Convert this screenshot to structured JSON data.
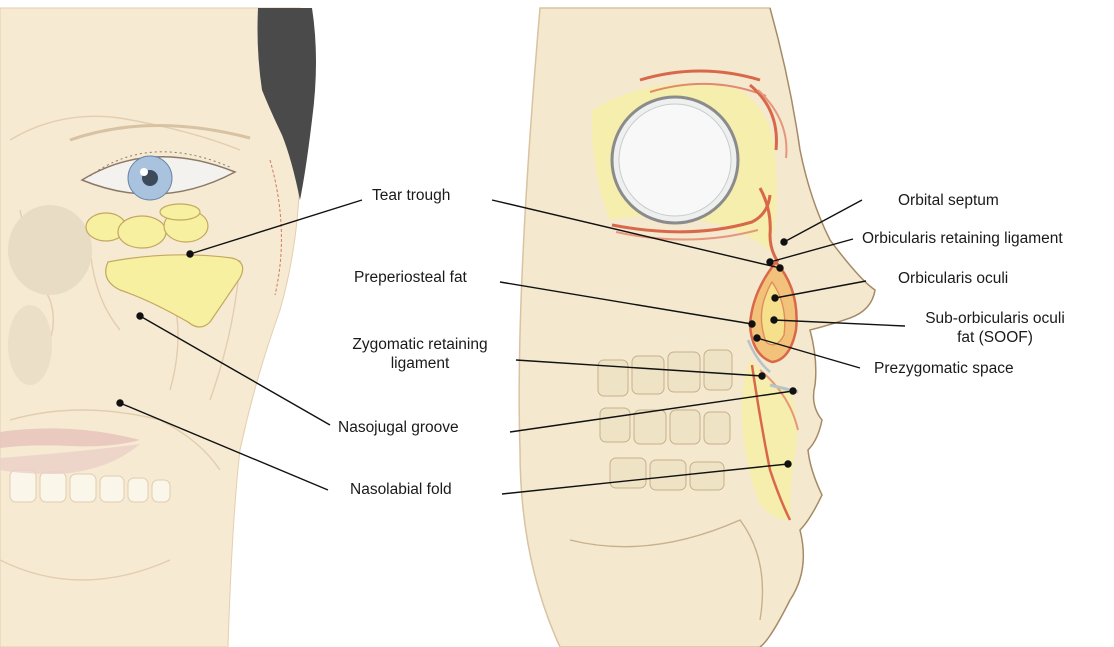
{
  "labels": {
    "tear_trough": "Tear trough",
    "preperiosteal_fat": "Preperiosteal fat",
    "zygomatic_retaining_ligament_line1": "Zygomatic retaining",
    "zygomatic_retaining_ligament_line2": "ligament",
    "nasojugal_groove": "Nasojugal groove",
    "nasolabial_fold": "Nasolabial fold",
    "orbital_septum": "Orbital septum",
    "orbicularis_retaining_ligament": "Orbicularis retaining ligament",
    "orbicularis_oculi": "Orbicularis oculi",
    "soof_line1": "Sub-orbicularis oculi",
    "soof_line2": "fat (SOOF)",
    "prezygomatic_space": "Prezygomatic space"
  },
  "colors": {
    "skin": "#f4e8cf",
    "fat": "#f6f0a0",
    "muscle": "#d9684a",
    "hair": "#4a4a4a",
    "iris": "#a9c3de",
    "leader": "#111111"
  }
}
